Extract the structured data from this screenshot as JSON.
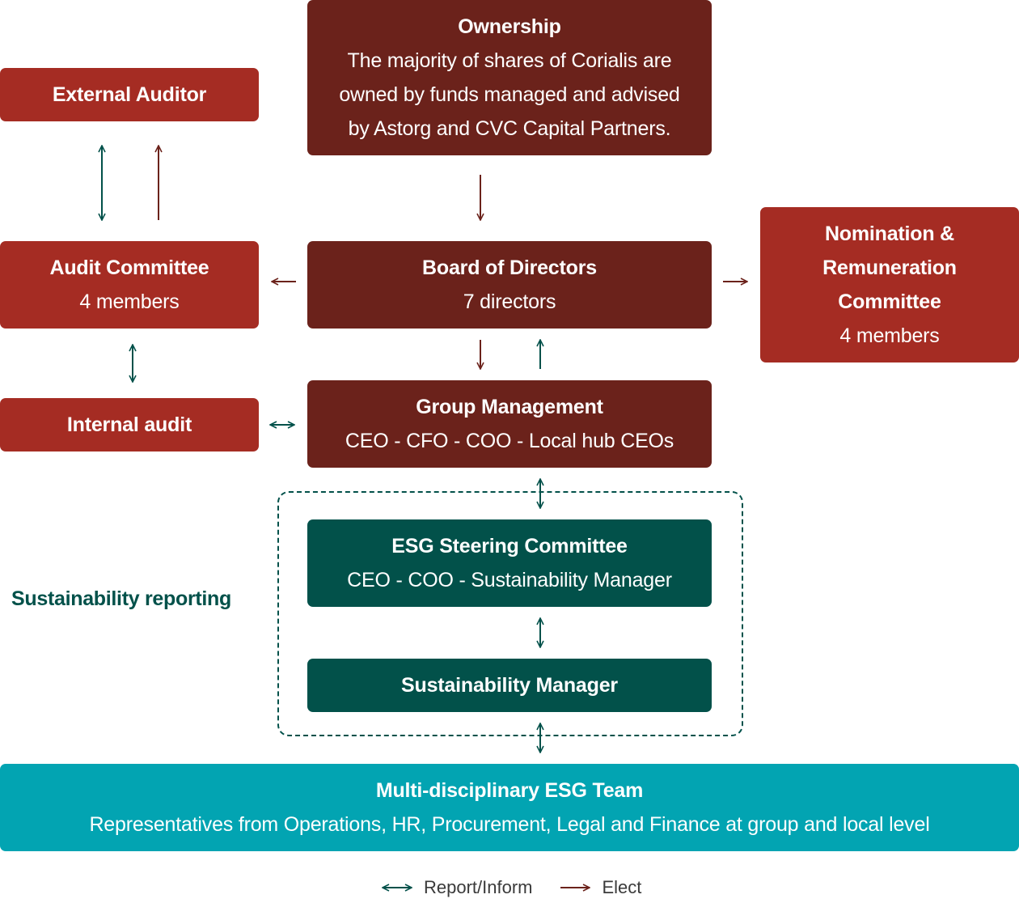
{
  "colors": {
    "committee_red": "#a52c23",
    "governance_maroon": "#6b221b",
    "esg_green": "#02514a",
    "esg_team_teal": "#02a4b2",
    "elect_arrow": "#6b221b",
    "report_arrow": "#02514a"
  },
  "nodes": {
    "ownership": {
      "title": "Ownership",
      "lines": [
        "The majority of shares of Corialis are",
        "owned by funds managed and advised",
        "by Astorg and CVC Capital Partners."
      ]
    },
    "external_auditor": {
      "title": "External Auditor"
    },
    "audit_committee": {
      "title": "Audit Committee",
      "sub": "4 members"
    },
    "board": {
      "title": "Board of Directors",
      "sub": "7 directors"
    },
    "nomination": {
      "title_lines": [
        "Nomination &",
        "Remuneration",
        "Committee"
      ],
      "sub": "4 members"
    },
    "internal_audit": {
      "title": "Internal audit"
    },
    "group_management": {
      "title": "Group Management",
      "sub": "CEO - CFO - COO - Local hub CEOs"
    },
    "esg_steering": {
      "title": "ESG Steering Committee",
      "sub": "CEO - COO - Sustainability Manager"
    },
    "sustainability_manager": {
      "title": "Sustainability Manager"
    },
    "esg_team": {
      "title": "Multi-disciplinary ESG Team",
      "sub": "Representatives from Operations, HR, Procurement, Legal and Finance at group and local level"
    }
  },
  "group_label": "Sustainability reporting",
  "connections": [
    {
      "from": "external_auditor",
      "to": "audit_committee",
      "type": "report_inform"
    },
    {
      "from": "audit_committee",
      "to": "external_auditor",
      "type": "elect"
    },
    {
      "from": "ownership",
      "to": "board",
      "type": "elect"
    },
    {
      "from": "board",
      "to": "audit_committee",
      "type": "elect"
    },
    {
      "from": "board",
      "to": "nomination",
      "type": "elect"
    },
    {
      "from": "audit_committee",
      "to": "internal_audit",
      "type": "report_inform"
    },
    {
      "from": "board",
      "to": "group_management",
      "type": "elect"
    },
    {
      "from": "group_management",
      "to": "board",
      "type": "report_inform"
    },
    {
      "from": "internal_audit",
      "to": "group_management",
      "type": "report_inform"
    },
    {
      "from": "group_management",
      "to": "esg_steering",
      "type": "report_inform"
    },
    {
      "from": "esg_steering",
      "to": "sustainability_manager",
      "type": "report_inform"
    },
    {
      "from": "sustainability_manager",
      "to": "esg_team",
      "type": "report_inform"
    }
  ],
  "legend": {
    "report_inform": "Report/Inform",
    "elect": "Elect"
  }
}
